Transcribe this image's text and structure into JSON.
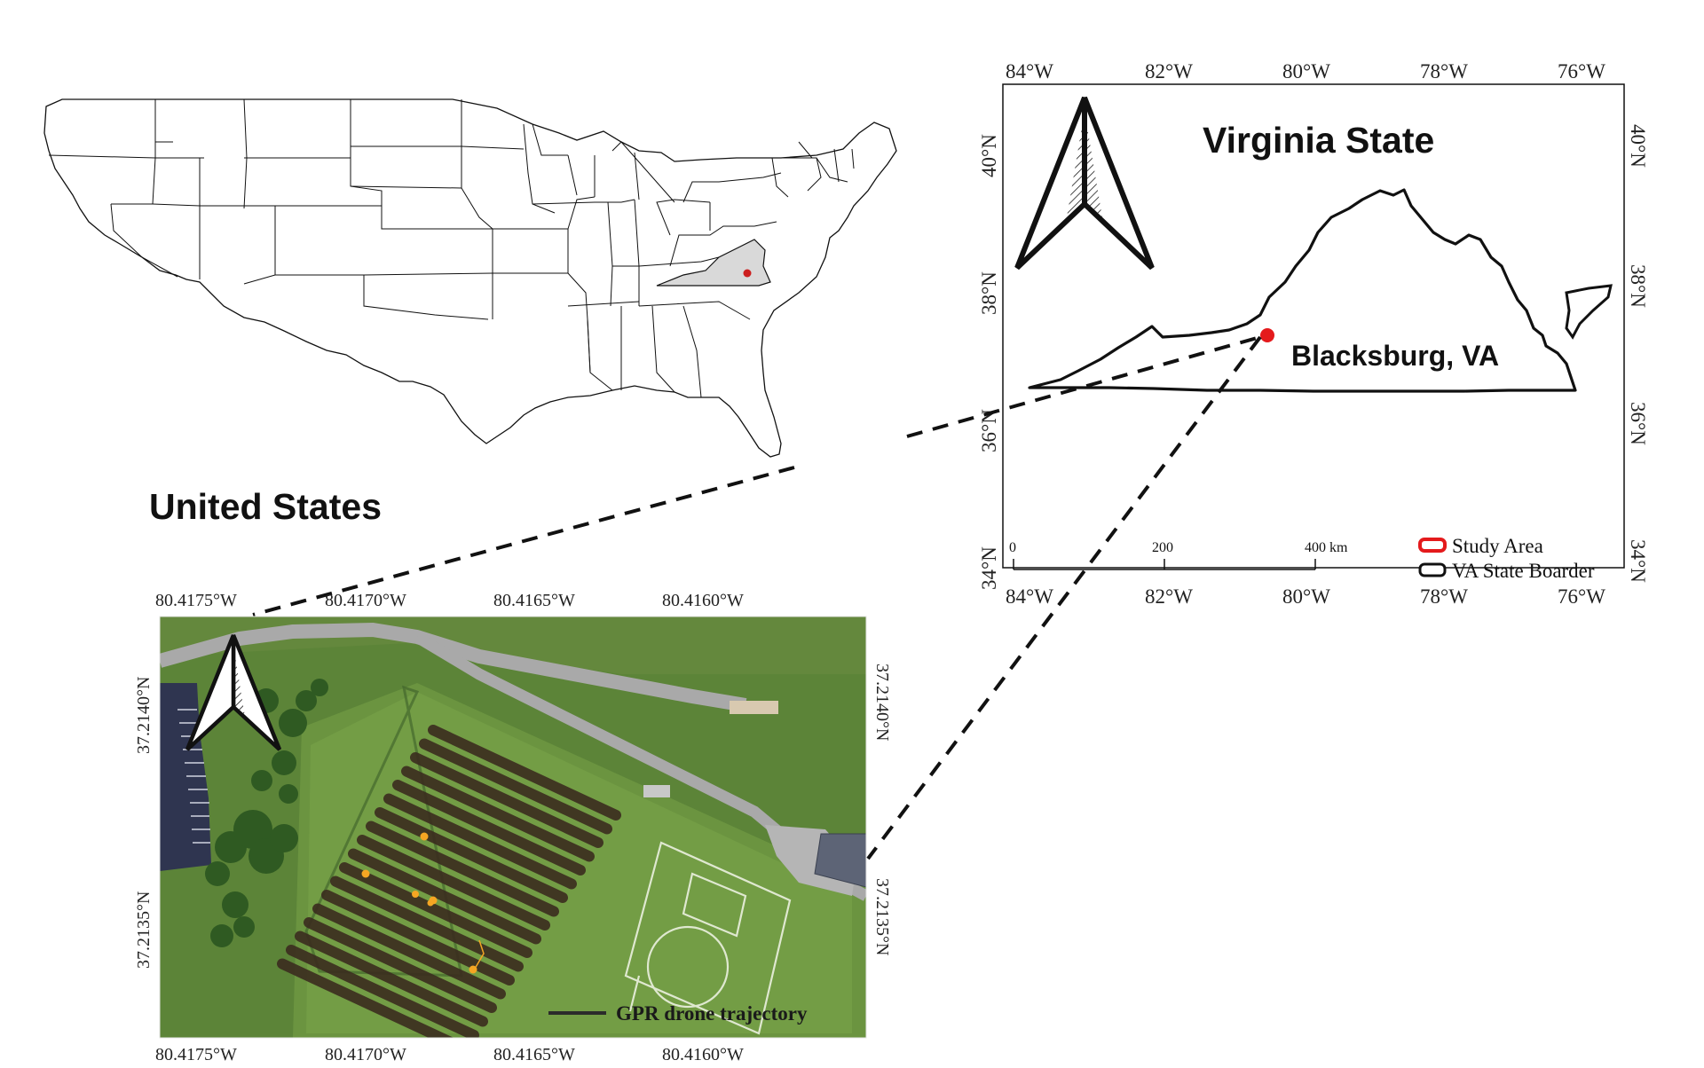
{
  "us_map": {
    "title": "United States",
    "highlight_state": "Virginia",
    "highlight_fill": "#d9d9d9",
    "marker_color": "#cc1f1f"
  },
  "virginia_map": {
    "title": "Virginia State",
    "city_label": "Blacksburg, VA",
    "marker_color": "#e41a1c",
    "lon_ticks": [
      "84°W",
      "82°W",
      "80°W",
      "78°W",
      "76°W"
    ],
    "lat_ticks": [
      "40°N",
      "38°N",
      "36°N",
      "34°N"
    ],
    "scale_labels": [
      "0",
      "200",
      "400 km"
    ],
    "legend": [
      {
        "label": "Study Area",
        "color": "#e41a1c"
      },
      {
        "label": "VA State Boarder",
        "color": "#111111"
      }
    ],
    "north_arrow_icon": "north-arrow-icon"
  },
  "site_map": {
    "lon_ticks_top": [
      "80.4175°W",
      "80.4170°W",
      "80.4165°W",
      "80.4160°W"
    ],
    "lon_ticks_bottom": [
      "80.4175°W",
      "80.4170°W",
      "80.4165°W",
      "80.4160°W"
    ],
    "lat_ticks": [
      "37.2140°N",
      "37.2135°N"
    ],
    "legend_label": "GPR drone trajectory",
    "trajectory_color": "#3a2a1e",
    "point_color": "#f5a623",
    "grass_color": "#4f7a32",
    "path_color": "#a9a9a9",
    "north_arrow_icon": "north-arrow-icon"
  }
}
